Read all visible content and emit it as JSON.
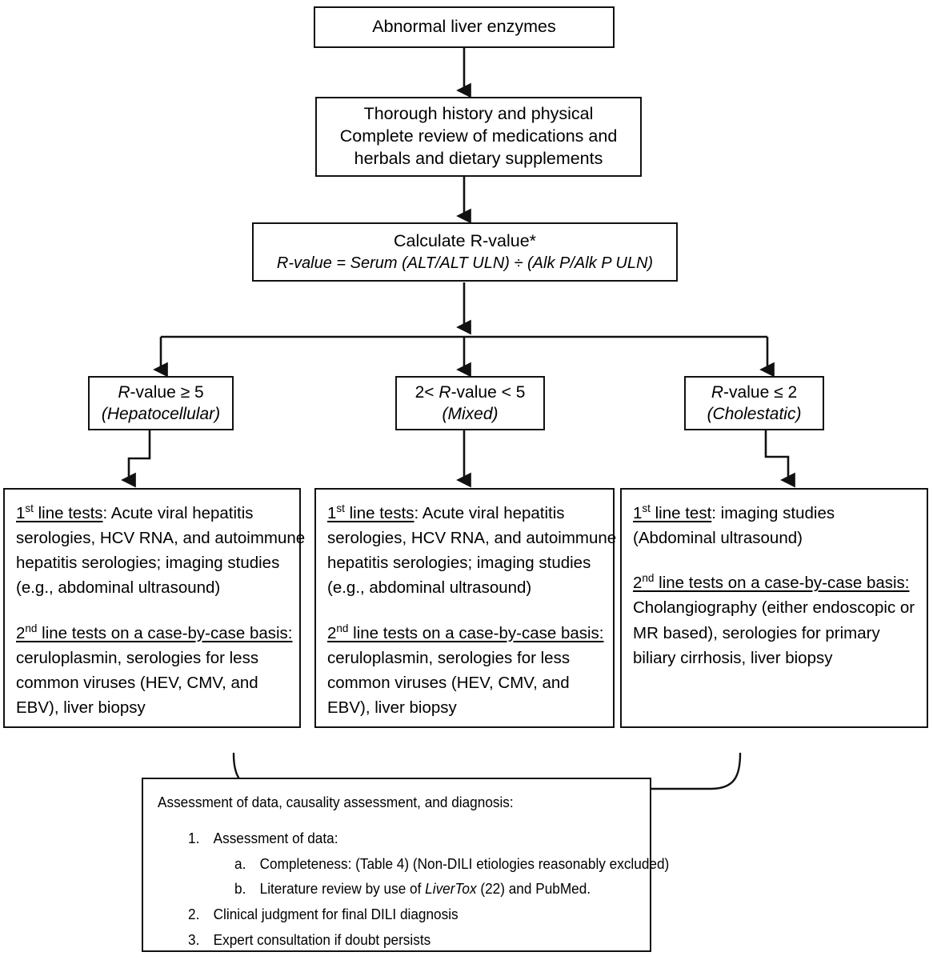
{
  "diagram": {
    "title": "DILI diagnostic algorithm flowchart",
    "stroke_color": "#111111",
    "background_color": "#ffffff"
  },
  "nodes": {
    "abnormal_enzymes": {
      "lines": [
        "Abnormal liver enzymes"
      ]
    },
    "history_review": {
      "lines": [
        "Thorough history and physical",
        "Complete review of medications and",
        "herbals and dietary supplements"
      ]
    },
    "calculate_rvalue": {
      "line_1": "Calculate R-value*",
      "line_2_prefix": "R-value = Serum (ALT/ALT ULN) ",
      "line_2_divide": "÷",
      "line_2_suffix": " (Alk P/Alk P ULN)",
      "line_2_full": "R-value = Serum (ALT/ALT ULN) ÷ (Alk P/Alk P ULN)"
    },
    "branch_hepatocellular": {
      "r_symbol": "R",
      "condition": "-value ≥ 5",
      "condition_full": "R-value ≥ 5",
      "category": "(Hepatocellular)"
    },
    "branch_mixed": {
      "prefix": "2< ",
      "r_symbol": "R",
      "condition": "-value < 5",
      "condition_full": "2< R-value < 5",
      "category": "(Mixed)"
    },
    "branch_cholestatic": {
      "r_symbol": "R",
      "condition": "-value ≤ 2",
      "condition_full": "R-value ≤ 2",
      "category": "(Cholestatic)"
    }
  },
  "test_boxes": {
    "hepatocellular": {
      "first_line": {
        "heading_num": "1",
        "heading_sup": "st",
        "heading_rest": " line tests",
        "lines": [
          ": Acute viral hepatitis",
          "serologies, HCV RNA, and  autoimmune",
          "hepatitis serologies; imaging studies",
          "(e.g., abdominal ultrasound)"
        ]
      },
      "second_line": {
        "heading_num": "2",
        "heading_sup": "nd",
        "heading_rest": " line tests on a case-by-case basis:",
        "lines": [
          "ceruloplasmin, serologies for less",
          "common viruses (HEV, CMV, and",
          "EBV), liver biopsy"
        ]
      }
    },
    "mixed": {
      "first_line": {
        "heading_num": "1",
        "heading_sup": "st",
        "heading_rest": " line tests",
        "lines": [
          ": Acute viral hepatitis",
          "serologies, HCV RNA, and autoimmune",
          "hepatitis serologies; imaging studies",
          "(e.g., abdominal ultrasound)"
        ]
      },
      "second_line": {
        "heading_num": "2",
        "heading_sup": "nd",
        "heading_rest": " line tests on a case-by-case basis:",
        "lines": [
          "ceruloplasmin, serologies for less",
          "common viruses (HEV, CMV, and",
          "EBV), liver biopsy"
        ]
      }
    },
    "cholestatic": {
      "first_line": {
        "heading_num": "1",
        "heading_sup": "st",
        "heading_rest": " line test",
        "lines": [
          ": imaging studies",
          "(Abdominal ultrasound)"
        ]
      },
      "second_line": {
        "heading_num": "2",
        "heading_sup": "nd",
        "heading_rest": " line tests on a case-by-case basis:",
        "lines": [
          "Cholangiography (either endoscopic or",
          "MR based), serologies for primary",
          "biliary cirrhosis, liver biopsy"
        ]
      }
    }
  },
  "assessment": {
    "heading": "Assessment of data, causality assessment, and diagnosis:",
    "items": [
      {
        "marker": "1.",
        "text": "Assessment of data:",
        "level": 1,
        "subitems": [
          {
            "marker": "a.",
            "text": "Completeness: (Table 4) (Non-DILI etiologies reasonably excluded)",
            "level": 2
          },
          {
            "marker": "b.",
            "text_before": "Literature review by use of ",
            "text_italic": "LiverTox",
            "text_after": " (22) and PubMed.",
            "text": "Literature review by use of LiverTox (22) and PubMed.",
            "level": 2
          }
        ]
      },
      {
        "marker": "2.",
        "text": "Clinical judgment for final DILI diagnosis",
        "level": 1,
        "subitems": []
      },
      {
        "marker": "3.",
        "text": "Expert consultation if doubt persists",
        "level": 1,
        "subitems": []
      }
    ]
  }
}
